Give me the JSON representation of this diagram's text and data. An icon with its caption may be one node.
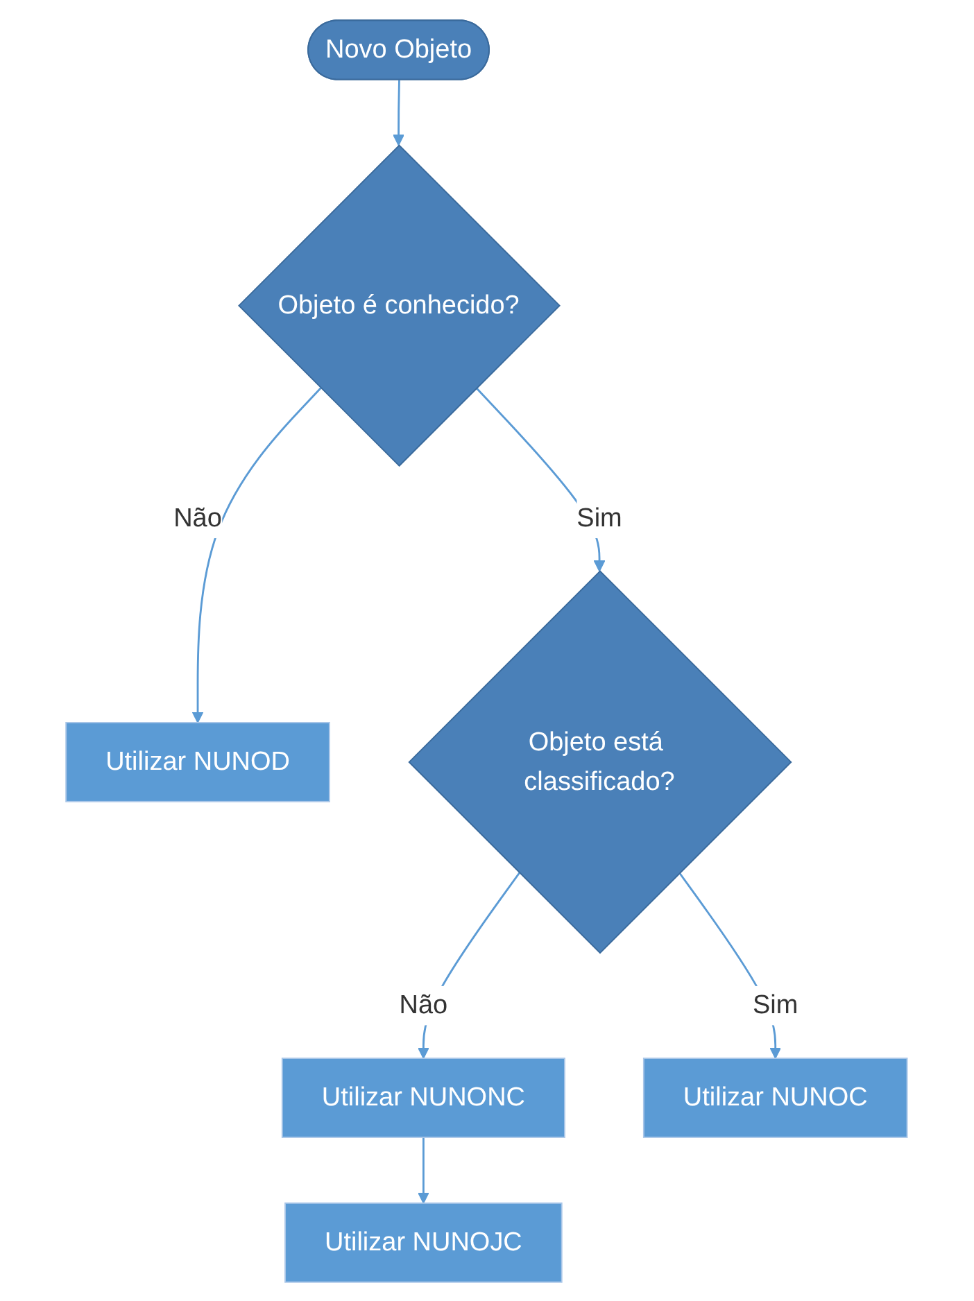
{
  "diagram": {
    "nodes": [
      {
        "text": [
          "Novo Objeto"
        ]
      },
      {
        "text": [
          "Objeto é conhecido?"
        ]
      },
      {
        "text": [
          "Utilizar NUNOD"
        ]
      },
      {
        "text": [
          "Objeto está classificado?"
        ]
      },
      {
        "text": [
          "Utilizar NUNONC"
        ]
      },
      {
        "text": [
          "Utilizar NUNOC"
        ]
      },
      {
        "text": [
          "Utilizar NUNOJC"
        ]
      }
    ],
    "edges": [
      {
        "from": 0,
        "to": 1,
        "arrow": "to"
      },
      {
        "from": 1,
        "to": 2,
        "label": "Não",
        "arrow": "to"
      },
      {
        "from": 1,
        "to": 3,
        "label": "Sim",
        "arrow": "to"
      },
      {
        "from": 3,
        "to": 4,
        "label": "Não",
        "arrow": "to"
      },
      {
        "from": 3,
        "to": 5,
        "label": "Sim",
        "arrow": "to"
      },
      {
        "from": 4,
        "to": 6,
        "arrow": "to"
      }
    ]
  }
}
